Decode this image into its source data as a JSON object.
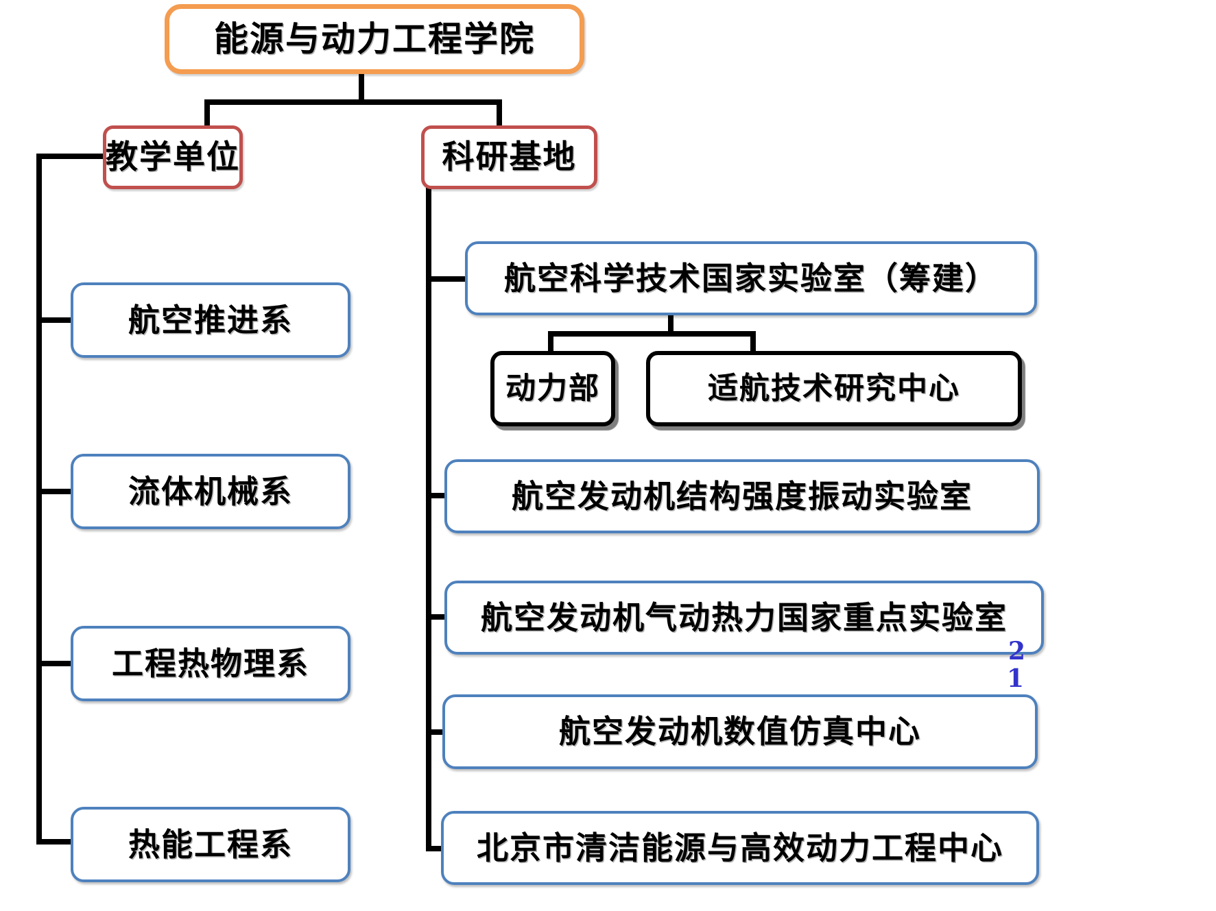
{
  "diagram": {
    "root": {
      "label": "能源与动力工程学院"
    },
    "teaching": {
      "label": "教学单位",
      "items": [
        "航空推进系",
        "流体机械系",
        "工程热物理系",
        "热能工程系"
      ]
    },
    "research": {
      "label": "科研基地",
      "items": [
        "航空科学技术国家实验室（筹建）",
        "航空发动机结构强度振动实验室",
        "航空发动机气动热力国家重点实验室",
        "航空发动机数值仿真中心",
        "北京市清洁能源与高效动力工程中心"
      ],
      "lab_children": [
        "动力部",
        "适航技术研究中心"
      ]
    },
    "page_artifacts": [
      "2",
      "1"
    ],
    "colors": {
      "root_border": "#F49C50",
      "branch_border": "#C0504D",
      "item_border": "#4E81BD",
      "sub_border": "#000000",
      "connector": "#000000",
      "artifact_text": "#3333CC"
    }
  }
}
